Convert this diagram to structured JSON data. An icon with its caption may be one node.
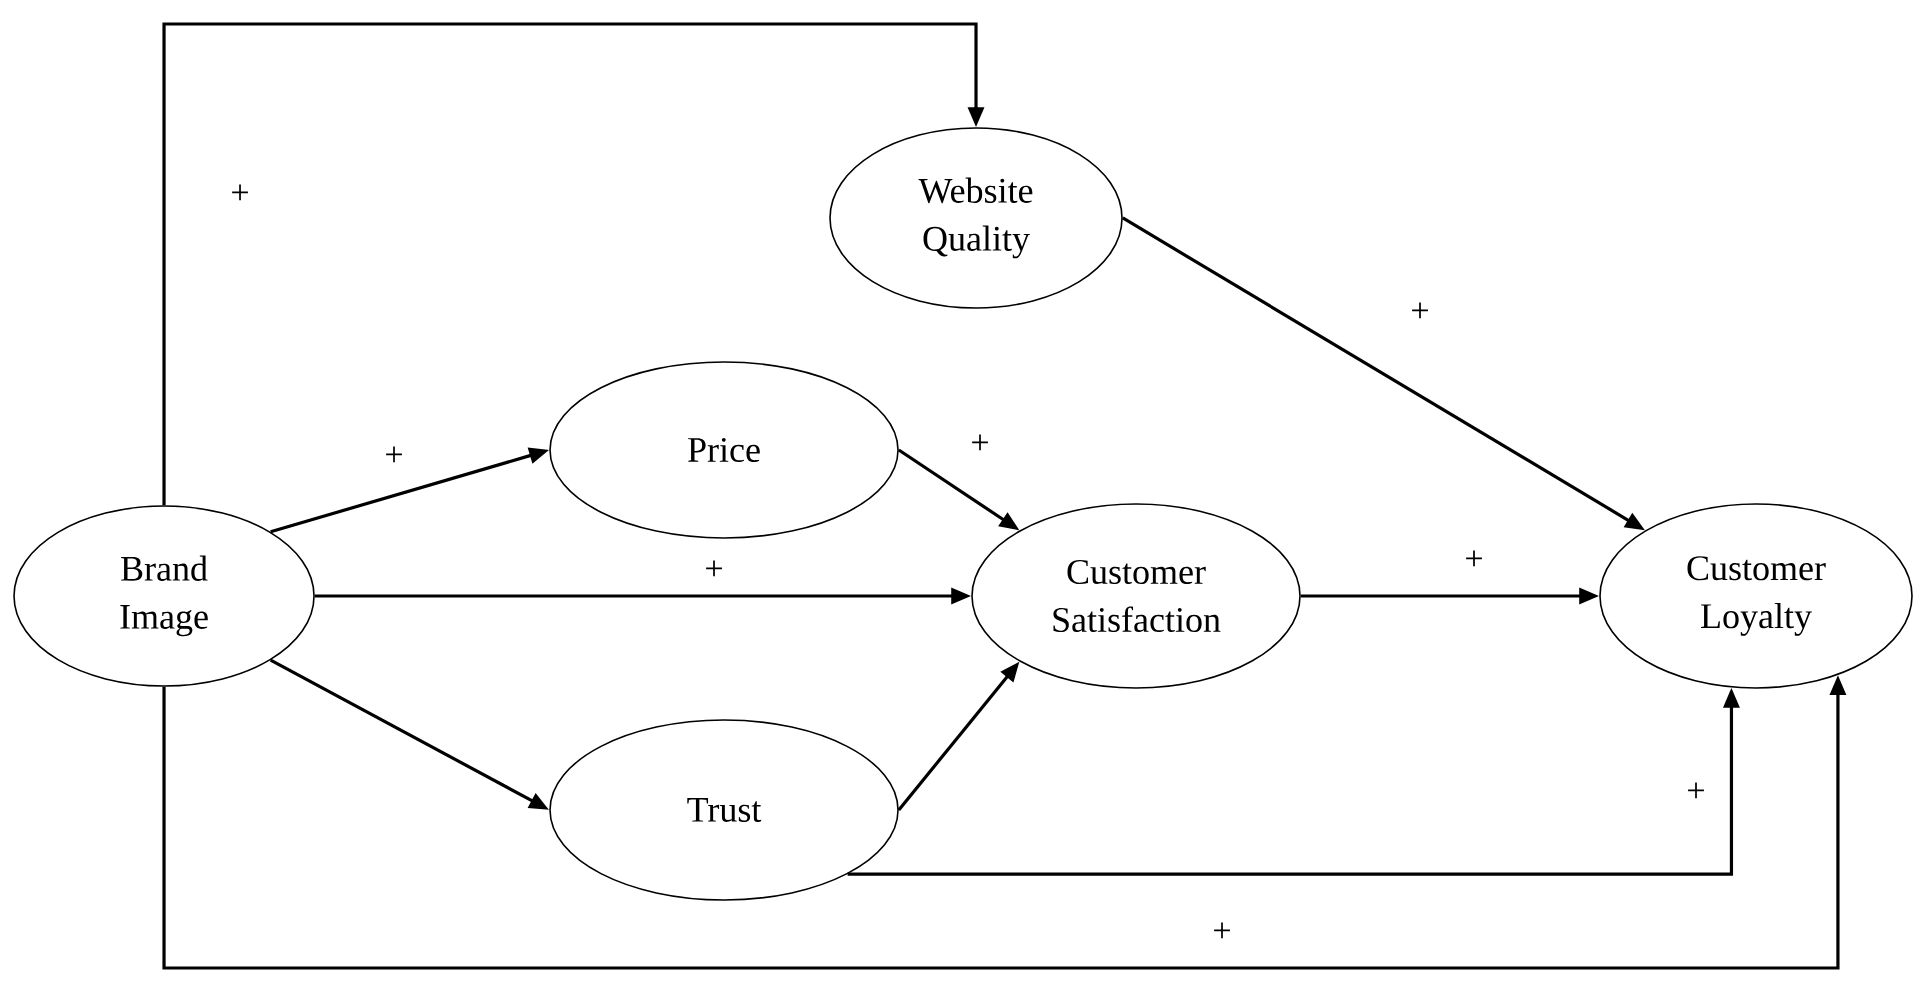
{
  "diagram": {
    "nodes": [
      {
        "text": [
          "Brand Image"
        ]
      },
      {
        "text": [
          "Website Quality"
        ]
      },
      {
        "text": [
          "Price"
        ]
      },
      {
        "text": [
          "Customer Satisfaction"
        ]
      },
      {
        "text": [
          "Trust"
        ]
      },
      {
        "text": [
          "Customer Loyalty"
        ]
      }
    ],
    "edges": [
      {
        "from": 0,
        "to": 1,
        "arrow": "to",
        "label": "+"
      },
      {
        "from": 0,
        "to": 2,
        "arrow": "to",
        "label": "+"
      },
      {
        "from": 0,
        "to": 3,
        "arrow": "to",
        "label": "+"
      },
      {
        "from": 0,
        "to": 4,
        "arrow": "to"
      },
      {
        "from": 1,
        "to": 5,
        "arrow": "to",
        "label": "+"
      },
      {
        "from": 2,
        "to": 3,
        "arrow": "to",
        "label": "+"
      },
      {
        "from": 4,
        "to": 3,
        "arrow": "to"
      },
      {
        "from": 3,
        "to": 5,
        "arrow": "to",
        "label": "+"
      },
      {
        "from": 4,
        "to": 5,
        "arrow": "to",
        "label": "+"
      },
      {
        "from": 0,
        "to": 5,
        "arrow": "to",
        "label": "+"
      }
    ]
  }
}
